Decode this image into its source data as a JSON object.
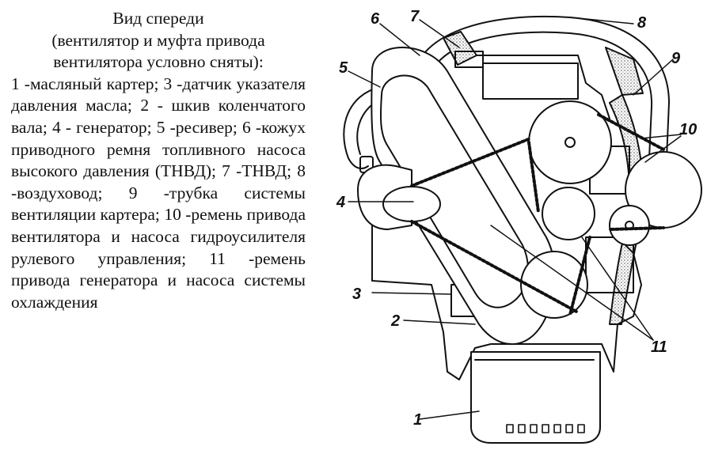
{
  "caption": {
    "title": "Вид спереди",
    "subtitle": "(вентилятор и муфта привода вентилятора условно сняты):",
    "legend": "1 -масляный картер; 3 -датчик указателя давления масла; 2 - шкив коленчатого вала; 4 - генератор; 5 -ресивер; 6 -кожух приводного ремня топливного насоса высокого давления (ТНВД); 7 -ТНВД; 8 -воздуховод; 9 -трубка системы вентиляции картера; 10 -ремень привода вентилятора и насоса гидроусилителя рулевого управления; 11 -ремень привода генератора и насоса системы охлаждения"
  },
  "callouts": {
    "c1": "1",
    "c2": "2",
    "c3": "3",
    "c4": "4",
    "c5": "5",
    "c6": "6",
    "c7": "7",
    "c8": "8",
    "c9": "9",
    "c10": "10",
    "c11": "11"
  }
}
